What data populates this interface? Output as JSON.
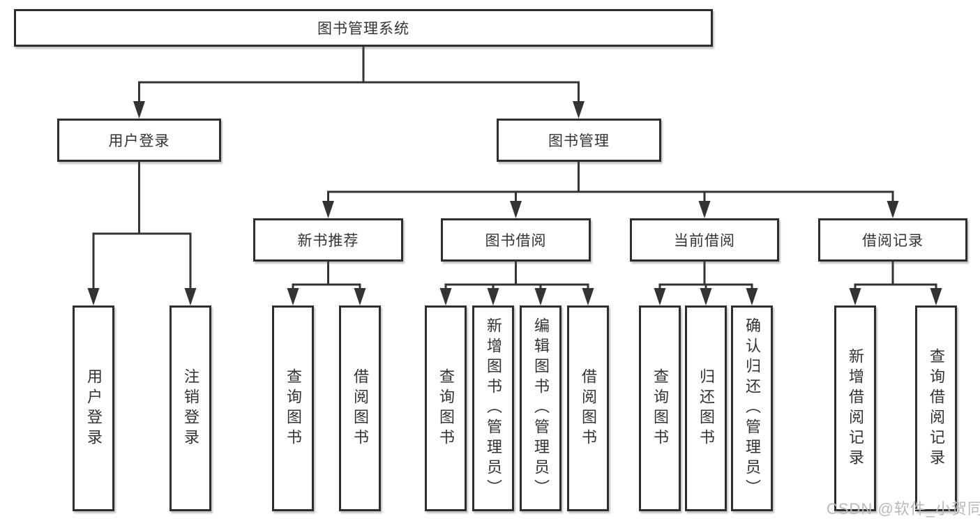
{
  "diagram": {
    "root_label": "图书管理系统",
    "branches": {
      "user_login": {
        "label": "用户登录",
        "children": [
          "用户登录",
          "注销登录"
        ]
      },
      "book_mgmt": {
        "label": "图书管理",
        "sections": {
          "new_books": {
            "label": "新书推荐",
            "children": [
              "查询图书",
              "借阅图书"
            ]
          },
          "book_borrow": {
            "label": "图书借阅",
            "children": [
              "查询图书",
              "新增图书（管理员）",
              "编辑图书（管理员）",
              "借阅图书"
            ]
          },
          "current_borrow": {
            "label": "当前借阅",
            "children": [
              "查询图书",
              "归还图书",
              "确认归还（管理员）"
            ]
          },
          "borrow_records": {
            "label": "借阅记录",
            "children": [
              "新增借阅记录",
              "查询借阅记录"
            ]
          }
        }
      }
    }
  },
  "watermark": "CSDN @软件_小贺同学",
  "colors": {
    "line": "#333333",
    "box_border": "#2e2e2e",
    "text": "#333333",
    "watermark": "#b9b9b9",
    "background": "#ffffff"
  }
}
